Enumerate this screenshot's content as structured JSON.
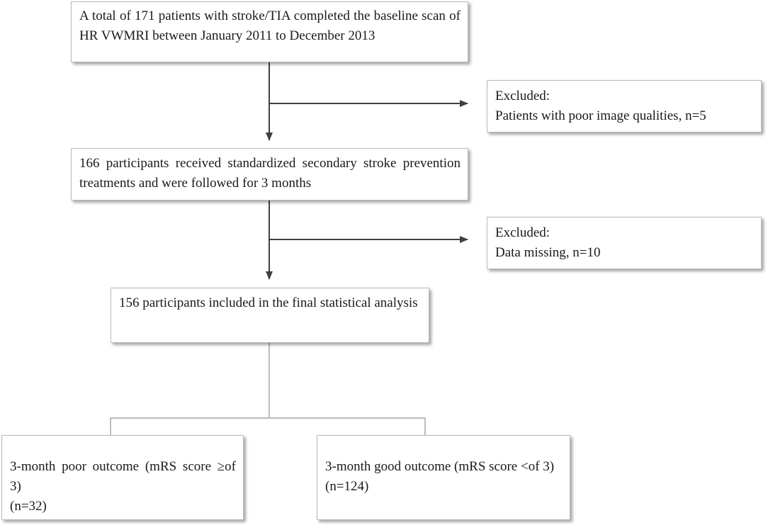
{
  "flowchart": {
    "enrolled": {
      "text": "A total of 171 patients with stroke/TIA completed the baseline scan of HR VWMRI between January 2011 to December 2013"
    },
    "excluded_1": {
      "title": "Excluded:",
      "text": "Patients with poor image qualities, n=5"
    },
    "followed": {
      "text": "166 participants received standardized secondary stroke prevention treatments and were followed for 3 months"
    },
    "excluded_2": {
      "title": "Excluded:",
      "text": "Data missing, n=10"
    },
    "analyzed": {
      "text": "156 participants included in the final statistical analysis"
    },
    "poor_outcome": {
      "text": "3-month poor outcome (mRS score ≥of 3)",
      "count": "(n=32)"
    },
    "good_outcome": {
      "text": "3-month good outcome (mRS score <of 3)",
      "count": "(n=124)"
    }
  }
}
